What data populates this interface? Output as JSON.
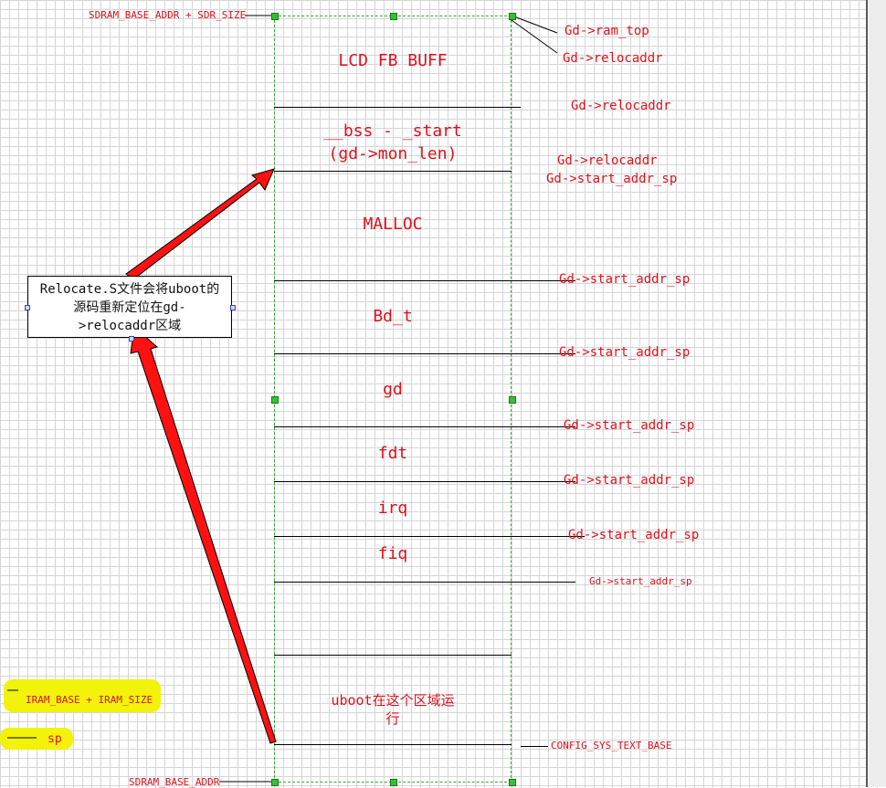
{
  "labels": {
    "top_left": "SDRAM_BASE_ADDR + SDR_SIZE",
    "ram_top": "Gd->ram_top",
    "relocaddr_1": "Gd->relocaddr",
    "relocaddr_2": "Gd->relocaddr",
    "relocaddr_3": "Gd->relocaddr",
    "start_addr_sp_1": "Gd->start_addr_sp",
    "start_addr_sp_2": "Gd->start_addr_sp",
    "start_addr_sp_3": "Gd->start_addr_sp",
    "start_addr_sp_4": "Gd->start_addr_sp",
    "start_addr_sp_5": "Gd->start_addr_sp",
    "start_addr_sp_6": "Gd->start_addr_sp",
    "start_addr_sp_7": "Gd->start_addr_sp",
    "config_text_base": "CONFIG_SYS_TEXT_BASE",
    "sdram_base": "SDRAM_BASE_ADDR",
    "iram": "IRAM_BASE + IRAM_SIZE",
    "sp": "sp"
  },
  "sections": {
    "lcd": "LCD FB BUFF",
    "bss_line1": "__bss - _start",
    "bss_line2": "(gd->mon_len)",
    "malloc": "MALLOC",
    "bd": "Bd_t",
    "gd": "gd",
    "fdt": "fdt",
    "irq": "irq",
    "fiq": "fiq",
    "uboot_line1": "uboot在这个区域运",
    "uboot_line2": "行"
  },
  "note": {
    "line1": "Relocate.S文件会将uboot的",
    "line2": "源码重新定位在gd-",
    "line3": ">relocaddr区域"
  },
  "colors": {
    "label": "#e0101a",
    "arrow": "#ff1111",
    "highlight": "#f2f20a",
    "frame": "#3aa63a"
  }
}
